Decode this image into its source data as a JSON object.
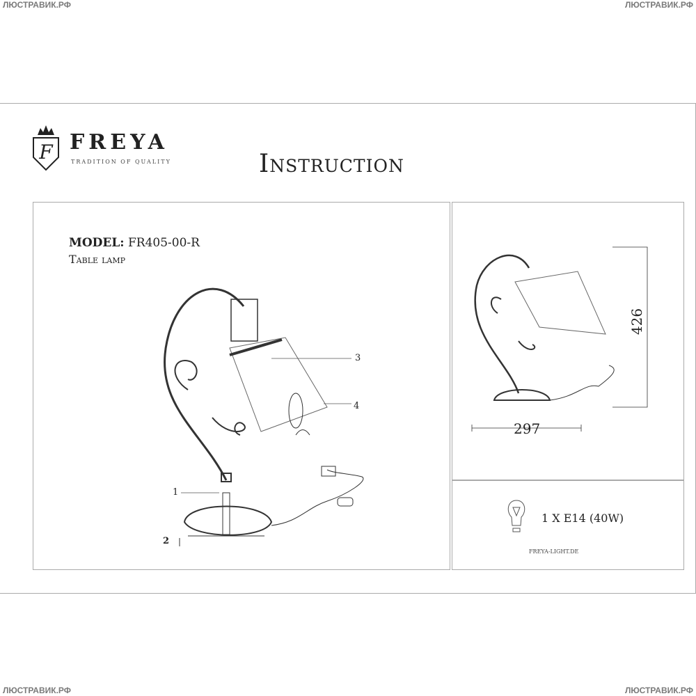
{
  "watermark": "ЛЮСТРАВИК.РФ",
  "logo": {
    "brand": "FREYA",
    "tagline": "TRADITION OF QUALITY",
    "monogram": "F"
  },
  "title": "Instruction",
  "product": {
    "model_label": "MODEL:",
    "model": "FR405-00-R",
    "type": "Table lamp"
  },
  "callouts": [
    "1",
    "2",
    "3",
    "4"
  ],
  "dimensions": {
    "height": "426",
    "width": "297"
  },
  "bulb": {
    "icon": "light-bulb-icon",
    "spec": "1 X E14 (40W)"
  },
  "website": "FREYA-LIGHT.DE"
}
